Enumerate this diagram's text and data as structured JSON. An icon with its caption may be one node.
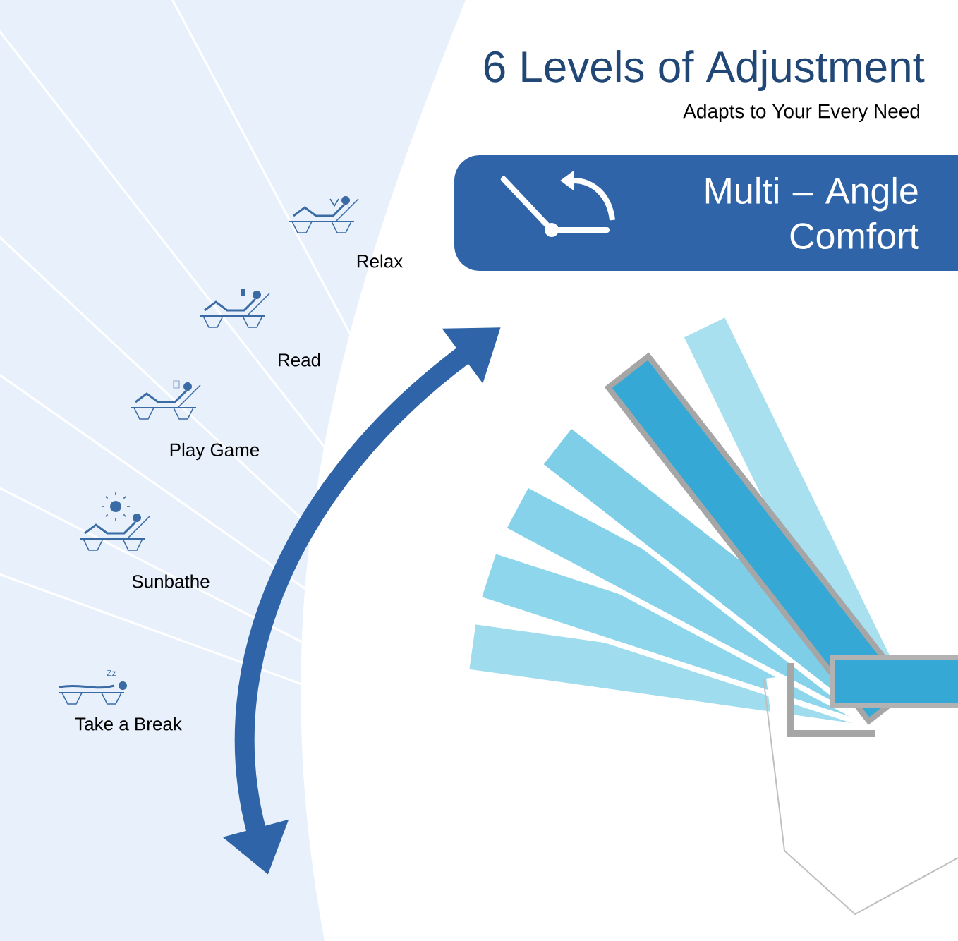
{
  "diagram": {
    "title": "6 Levels of Adjustment",
    "nodes": [
      {
        "text": [
          "Multi – Angle Comfort"
        ]
      }
    ],
    "labels": [
      "Adapts to Your Every Need",
      "Relax",
      "Read",
      "Play Game",
      "Sunbathe",
      "Zz",
      "Take a Break"
    ]
  }
}
